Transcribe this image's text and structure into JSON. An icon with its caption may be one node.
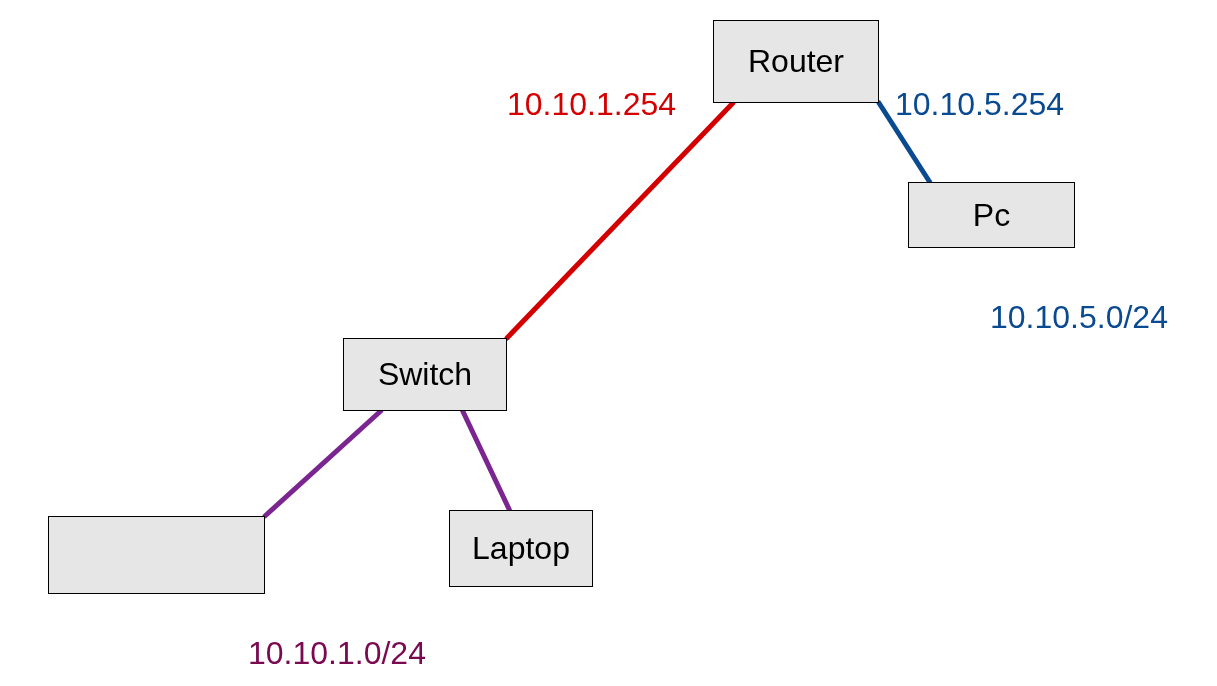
{
  "diagram": {
    "nodes": [
      {
        "text": [
          "Router"
        ]
      },
      {
        "text": [
          "Pc"
        ]
      },
      {
        "text": [
          "Switch"
        ]
      },
      {
        "text": [],
        "shape": "box"
      },
      {
        "text": [
          "Laptop"
        ]
      }
    ],
    "edges": [
      {
        "from": 0,
        "to": 2,
        "arrow": "none",
        "color": "#d40000"
      },
      {
        "from": 0,
        "to": 1,
        "arrow": "none",
        "color": "#0a4a90"
      },
      {
        "from": 2,
        "to": 3,
        "arrow": "none"
      },
      {
        "from": 2,
        "to": 4,
        "arrow": "none"
      }
    ],
    "labels": [
      "10.10.1.254",
      "10.10.5.254",
      "10.10.5.0/24",
      "10.10.1.0/24"
    ]
  }
}
